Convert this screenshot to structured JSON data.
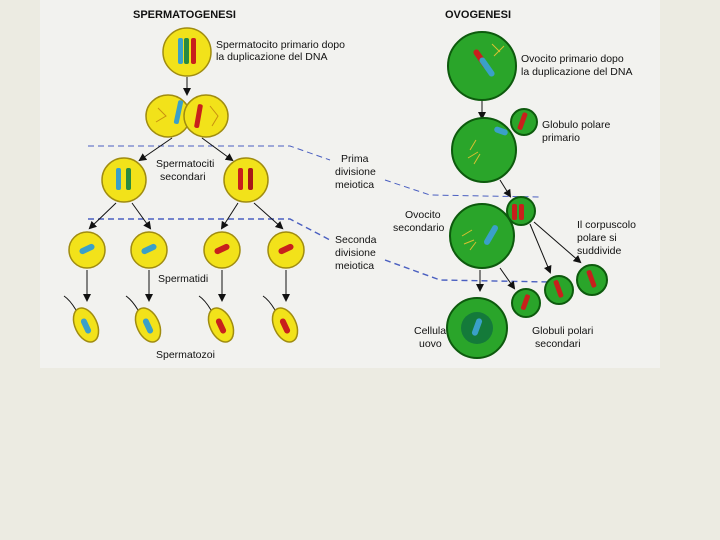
{
  "spermatogenesis": {
    "title": "SPERMATOGENESI",
    "primary_label": [
      "Spermatocito primario dopo",
      "la duplicazione del DNA"
    ],
    "secondary_label": [
      "Spermatociti",
      "secondari"
    ],
    "spermatids_label": "Spermatidi",
    "spermatozoa_label": "Spermatozoi"
  },
  "oogenesis": {
    "title": "OVOGENESI",
    "primary_label": [
      "Ovocito primario dopo",
      "la duplicazione del DNA"
    ],
    "polar_body_label": [
      "Globulo polare",
      "primario"
    ],
    "secondary_oocyte_label": [
      "Ovocito",
      "secondario"
    ],
    "polar_divides_label": [
      "Il corpuscolo",
      "polare si",
      "suddivide"
    ],
    "egg_label": [
      "Cellula",
      "uovo"
    ],
    "secondary_polar_label": [
      "Globuli polari",
      "secondari"
    ]
  },
  "divisions": {
    "first": [
      "Prima",
      "divisione",
      "meiotica"
    ],
    "second": [
      "Seconda",
      "divisione",
      "meiotica"
    ]
  },
  "colors": {
    "sperm_cell": "#f2e21a",
    "egg_cell": "#2aa52a",
    "chrom_red": "#c8201c",
    "chrom_blue": "#3aa0c8",
    "dashed_line": "#4a5fc0"
  }
}
